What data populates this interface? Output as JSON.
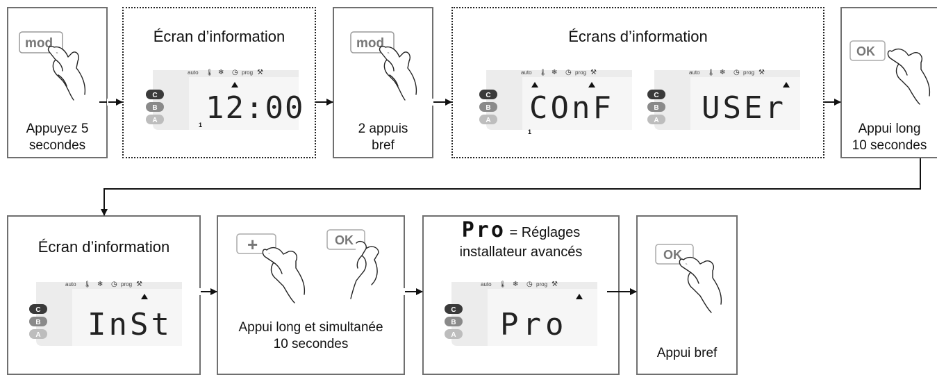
{
  "row1": {
    "step1_label": [
      "Appuyez 5",
      "secondes"
    ],
    "screen1_title": "Écran d’information",
    "screen1_display": "12:00",
    "step2_label": [
      "2 appuis",
      "bref"
    ],
    "screen2_title": "Écrans d’information",
    "screen2a_display": "COnF",
    "screen2b_display": "USEr",
    "step3_label": [
      "Appui long",
      "10 secondes"
    ]
  },
  "row2": {
    "screen3_title": "Écran d’information",
    "screen3_display": "InSt",
    "step4_label": [
      "Appui long et simultanée",
      "10 secondes"
    ],
    "screen4_title_code": "Pro",
    "screen4_title_rest": " = Réglages",
    "screen4_title_line2": "installateur avancés",
    "screen4_display": "Pro",
    "step5_label": "Appui bref"
  },
  "buttons": {
    "mode": "mod",
    "ok": "OK",
    "plus": "+"
  },
  "lcd": {
    "icons_label_auto": "auto",
    "icons_label_prog": "prog",
    "modes": [
      "C",
      "B",
      "A"
    ],
    "digit_indicator": "1"
  }
}
